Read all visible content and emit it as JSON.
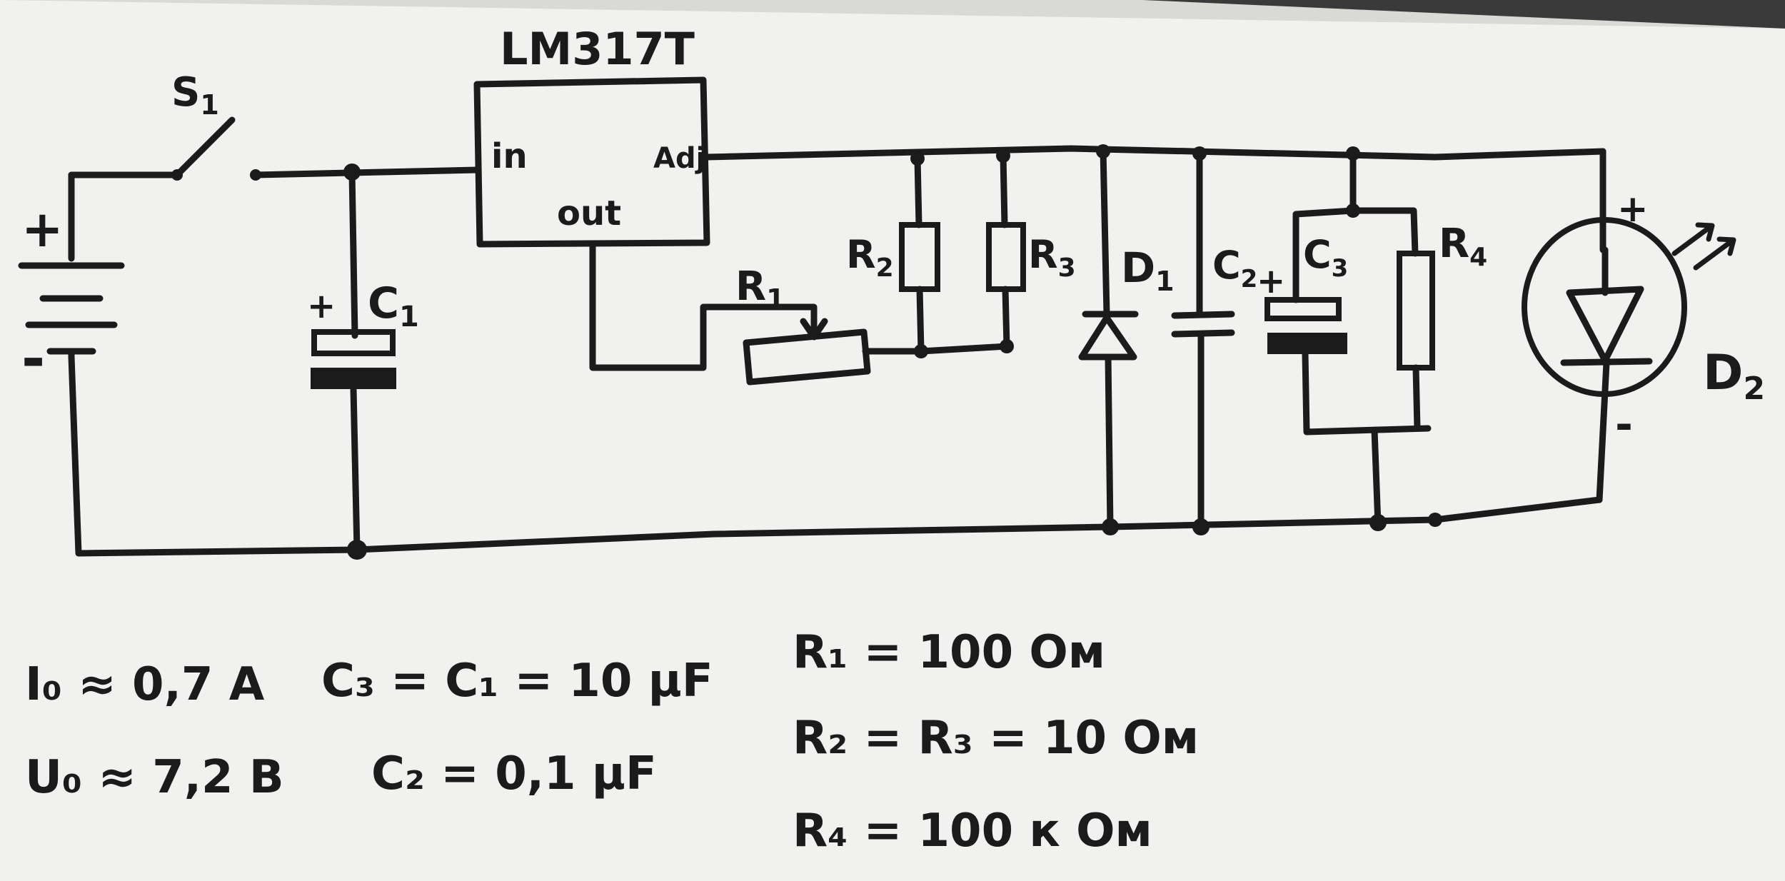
{
  "labels": {
    "regulator": "LM317T",
    "pin_in": "in",
    "pin_adj": "Adj",
    "pin_out": "out",
    "switch": "S",
    "switch_sub": "1",
    "battery_plus": "+",
    "battery_minus": "-",
    "c1": "C",
    "c1_sub": "1",
    "c1_plus": "+",
    "r1": "R",
    "r1_sub": "1",
    "r2": "R",
    "r2_sub": "2",
    "r3": "R",
    "r3_sub": "3",
    "d1": "D",
    "d1_sub": "1",
    "c2": "C",
    "c2_sub": "2",
    "c3": "C",
    "c3_sub": "3",
    "c3_plus": "+",
    "r4": "R",
    "r4_sub": "4",
    "d2": "D",
    "d2_sub": "2",
    "led_plus": "+",
    "led_minus": "-"
  },
  "notes": {
    "i0": "I₀ ≈ 0,7 A",
    "u0": "U₀ ≈ 7,2 B",
    "c3c1": "C₃ = C₁ = 10 μF",
    "c2": "C₂ = 0,1 μF",
    "r1": "R₁ = 100 Ом",
    "r2r3": "R₂ = R₃ = 10 Ом",
    "r4": "R₄ = 100 к Ом"
  }
}
